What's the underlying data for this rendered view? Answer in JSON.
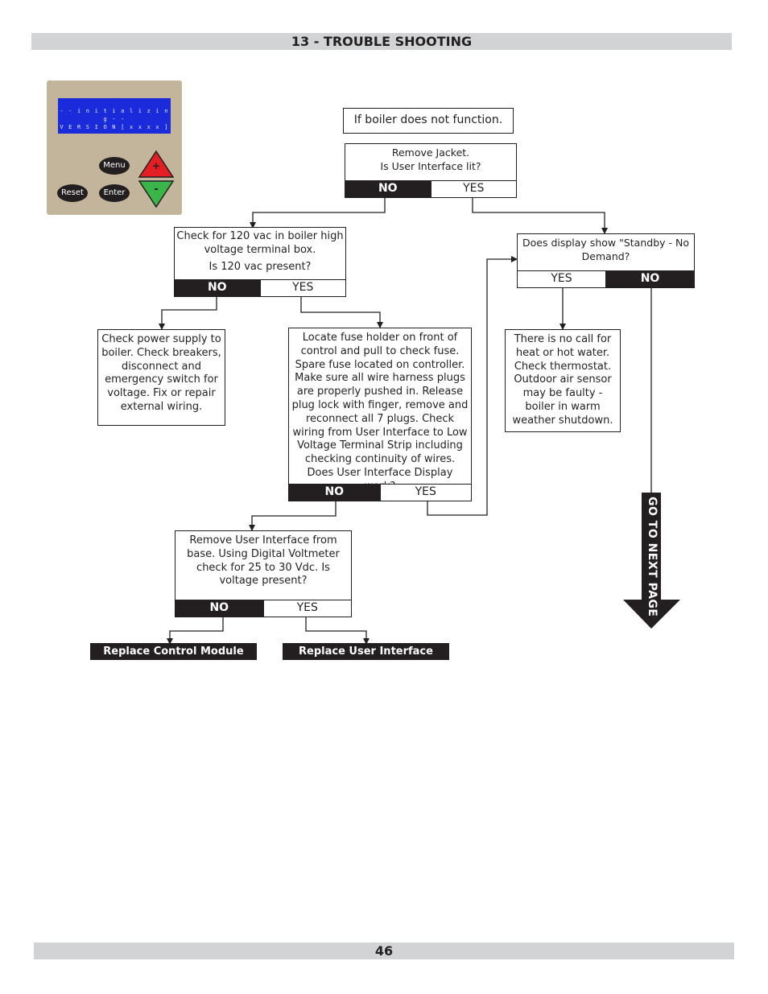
{
  "header": {
    "title": "13 - TROUBLE SHOOTING"
  },
  "footer": {
    "page_number": "46"
  },
  "control_panel": {
    "display_line1": "- - i n i t i a l i z i n g - -",
    "display_line2": "V E R S I O N   [ x x x x ]",
    "menu_label": "Menu",
    "reset_label": "Reset",
    "enter_label": "Enter",
    "plus_label": "+",
    "minus_label": "-"
  },
  "flowchart": {
    "start": "If boiler does not function.",
    "jacket": {
      "line1": "Remove Jacket.",
      "line2": "Is User Interface lit?",
      "no": "NO",
      "yes": "YES"
    },
    "vac": {
      "line1": "Check for 120 vac in boiler high voltage terminal box.",
      "line2": "Is 120 vac present?",
      "no": "NO",
      "yes": "YES"
    },
    "standby": {
      "text": "Does display show \"Standby - No Demand?",
      "yes": "YES",
      "no": "NO"
    },
    "power": {
      "text": "Check power supply to boiler. Check breakers, disconnect and emergency switch for voltage. Fix or repair external wiring."
    },
    "fuse": {
      "text": "Locate fuse holder on front of control and pull to check fuse. Spare fuse located on controller. Make sure all wire harness plugs are properly pushed in.  Release plug lock with finger, remove and reconnect all 7 plugs.  Check wiring from User Interface to Low Voltage Terminal Strip including checking continuity of wires. Does User Interface Display work?",
      "no": "NO",
      "yes": "YES"
    },
    "nocall": {
      "text": "There is no call for heat or hot water. Check thermostat. Outdoor air sensor may be faulty - boiler in warm weather shutdown."
    },
    "voltmeter": {
      "text": "Remove User Interface from base.  Using Digital Voltmeter check for 25 to 30 Vdc. Is voltage present?",
      "no": "NO",
      "yes": "YES"
    },
    "replace_control": "Replace Control Module",
    "replace_ui": "Replace User Interface",
    "next_page": "GO TO NEXT PAGE"
  },
  "colors": {
    "band": "#d1d3d4",
    "ink": "#231f20",
    "panel": "#c2b59b",
    "lcd": "#1a2bdc",
    "plus": "#e31e24",
    "minus": "#39b54a"
  }
}
